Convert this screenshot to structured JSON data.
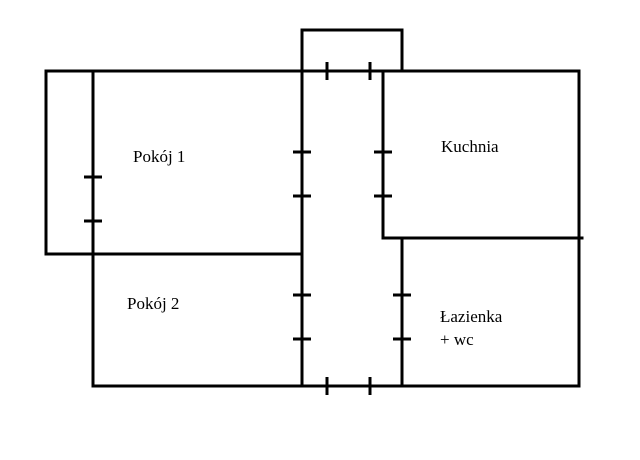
{
  "rooms": {
    "pokoj1": "Pokój 1",
    "pokoj2": "Pokój 2",
    "kuchnia": "Kuchnia",
    "lazienka_line1": "Łazienka",
    "lazienka_line2": "+ wc"
  },
  "colors": {
    "background": "#ffffff",
    "ink": "#000000"
  }
}
